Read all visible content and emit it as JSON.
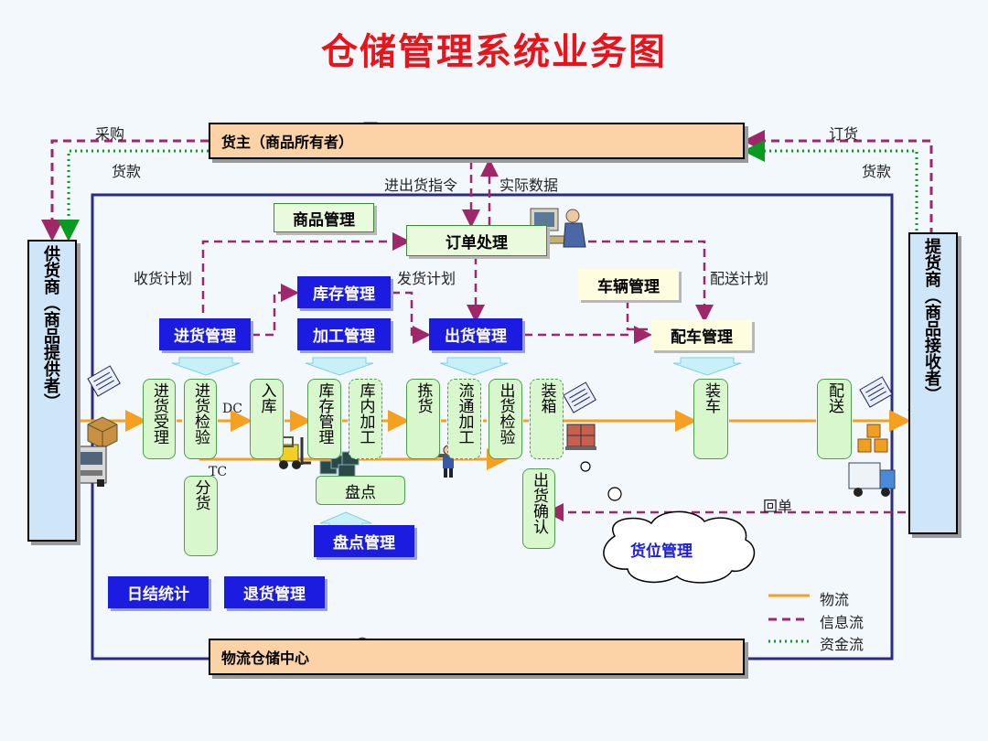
{
  "title": "仓储管理系统业务图",
  "owner_bar": "货主（商品所有者）",
  "center_bar": "物流仓储中心",
  "supplier": "供货商（商品提供者）",
  "receiver": "提货商（商品接收者）",
  "labels": {
    "purchase": "采购",
    "payment_left": "货款",
    "order_goods": "订货",
    "payment_right": "货款",
    "io_instruction": "进出货指令",
    "actual_data": "实际数据",
    "receive_plan": "收货计划",
    "ship_plan": "发货计划",
    "delivery_plan": "配送计划",
    "dc": "DC",
    "tc": "TC",
    "return_receipt": "回单"
  },
  "modules": {
    "goods_mgmt": "商品管理",
    "order_proc": "订单处理",
    "inventory_mgmt": "库存管理",
    "vehicle_mgmt": "车辆管理",
    "inbound_mgmt": "进货管理",
    "processing_mgmt": "加工管理",
    "outbound_mgmt": "出货管理",
    "dispatch_mgmt": "配车管理",
    "stocktake": "盘点",
    "stocktake_mgmt": "盘点管理",
    "daily_stats": "日结统计",
    "return_mgmt": "退货管理",
    "location_mgmt": "货位管理"
  },
  "steps": {
    "receive": "进货受理",
    "inspect": "进货检验",
    "putaway": "入库",
    "stock": "库存管理",
    "process": "库内加工",
    "pick": "拣货",
    "distproc": "流通加工",
    "outinspect": "出货检验",
    "pack": "装箱",
    "load": "装车",
    "deliver": "配送",
    "sort": "分货",
    "confirm": "出货确认"
  },
  "legend": {
    "physical": "物流",
    "info": "信息流",
    "funds": "资金流"
  },
  "colors": {
    "title": "#e8141c",
    "navy": "#1c1ce0",
    "physical_flow": "#f5a020",
    "info_flow": "#a0286a",
    "funds_flow": "#0a9a20",
    "frame": "#2a2a8a"
  }
}
